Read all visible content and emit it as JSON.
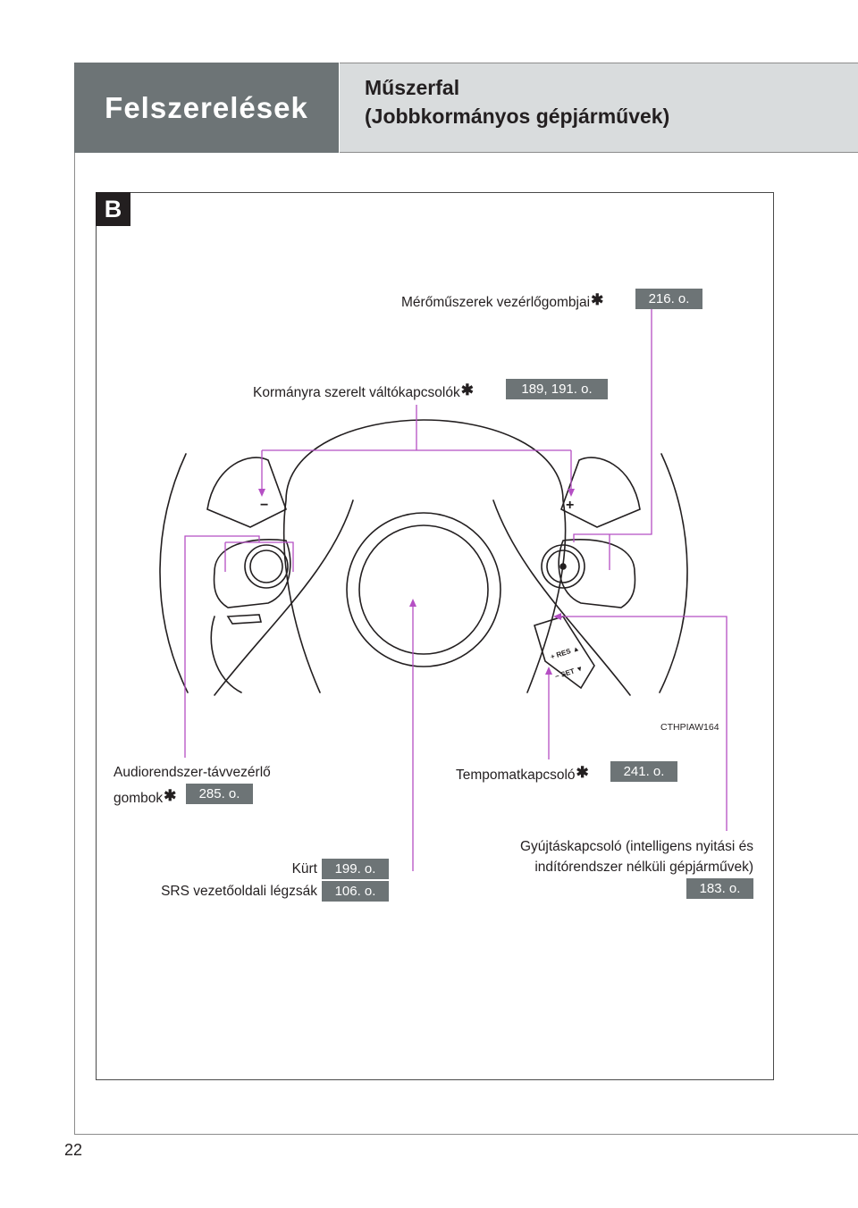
{
  "header": {
    "section": "Felszerelések",
    "title_line1": "Műszerfal",
    "title_line2": "(Jobbkormányos gépjárművek)"
  },
  "diagram": {
    "badge": "B",
    "image_code": "CTHPIAW164",
    "callouts": {
      "meter_controls": {
        "label": "Mérőműszerek vezérlőgombjai",
        "ref": "216. o."
      },
      "paddle_shifters": {
        "label": "Kormányra szerelt váltókapcsolók",
        "ref": "189, 191. o."
      },
      "audio_remote": {
        "label_line1": "Audiorendszer-távvezérlő",
        "label_line2": "gombok",
        "ref": "285. o."
      },
      "cruise_control": {
        "label": "Tempomatkapcsoló",
        "ref": "241. o."
      },
      "horn": {
        "label": "Kürt",
        "ref": "199. o."
      },
      "airbag": {
        "label": "SRS vezetőoldali légzsák",
        "ref": "106. o."
      },
      "ignition": {
        "label_line1": "Gyújtáskapcsoló (intelligens nyitási és",
        "label_line2": "indítórendszer nélküli gépjárművek)",
        "ref": "183. o."
      }
    },
    "asterisk": "✱",
    "wheel_glyphs": {
      "minus": "−",
      "plus": "+",
      "res": "+ RES ▲",
      "set": "− SET ▼"
    }
  },
  "page_number": "22",
  "colors": {
    "header_dark": "#6d7476",
    "header_light": "#d9dcdd",
    "leader_line": "#b54fc4",
    "ref_badge": "#6d7476"
  }
}
